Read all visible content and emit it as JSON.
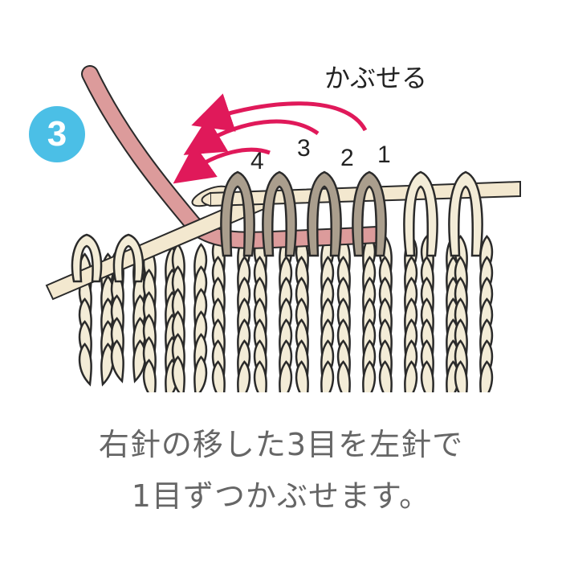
{
  "step_number": "3",
  "action_label": "かぶせる",
  "stitch_numbers": [
    "1",
    "2",
    "3",
    "4"
  ],
  "caption_line1": "右針の移した3目を左針で",
  "caption_line2": "1目ずつかぶせます。",
  "colors": {
    "badge": "#4bbfe6",
    "arrow": "#e0195a",
    "stitch": "#f3ecd7",
    "transferred_stitch": "#aa9e8d",
    "working_yarn": "#dc9b9b",
    "needle": "#f3e8cf",
    "outline": "#2a2a2a"
  }
}
